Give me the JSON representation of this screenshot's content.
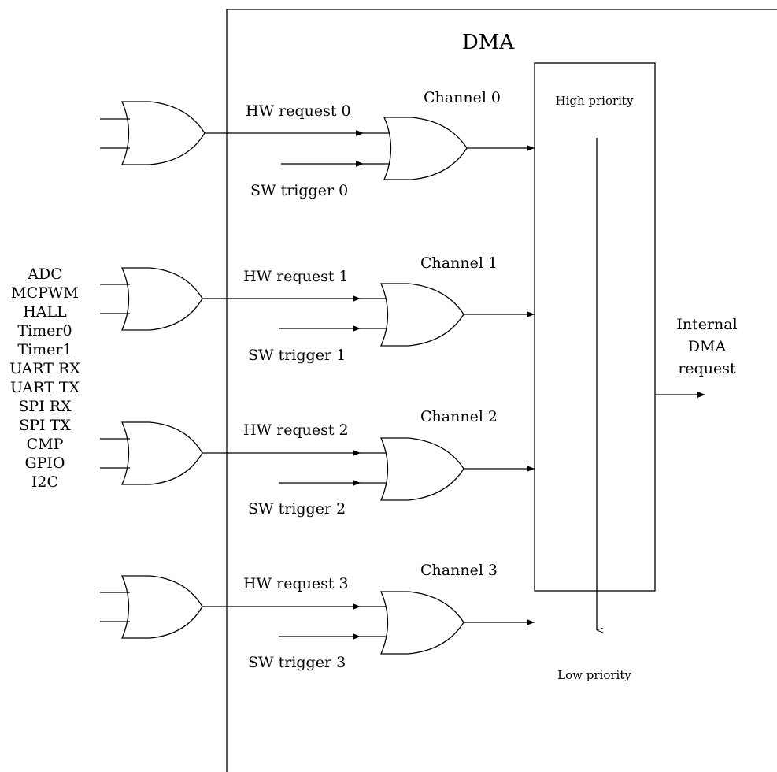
{
  "diagram": {
    "block_title": "DMA",
    "priority": {
      "high": "High priority",
      "low": "Low priority"
    },
    "output": {
      "line1": "Internal",
      "line2": "DMA",
      "line3": "request"
    },
    "sources": [
      "ADC",
      "MCPWM",
      "HALL",
      "Timer0",
      "Timer1",
      "UART RX",
      "UART TX",
      "SPI RX",
      "SPI TX",
      "CMP",
      "GPIO",
      "I2C"
    ],
    "channels": [
      {
        "channel": "Channel 0",
        "hw": "HW request 0",
        "sw": "SW trigger 0"
      },
      {
        "channel": "Channel 1",
        "hw": "HW request 1",
        "sw": "SW trigger 1"
      },
      {
        "channel": "Channel 2",
        "hw": "HW request 2",
        "sw": "SW trigger 2"
      },
      {
        "channel": "Channel 3",
        "hw": "HW request 3",
        "sw": "SW trigger 3"
      }
    ]
  }
}
